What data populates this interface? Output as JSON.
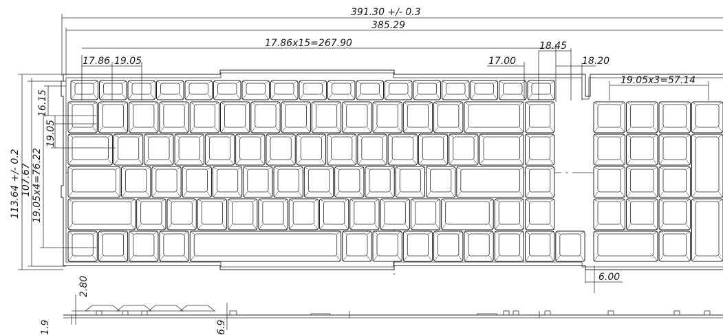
{
  "dimensions": {
    "overall_width": "391.30 +/- 0.3",
    "plate_width": "385.29",
    "key_run": "17.86x15=267.90",
    "pitch_1786": "17.86",
    "pitch_1905": "19.05",
    "gap_1700": "17.00",
    "gap_1845": "18.45",
    "gap_1820": "18.20",
    "numpad_run": "19.05x3=57.14",
    "overall_height": "113.64 +/- 0.2",
    "plate_height": "107.67",
    "rows_run": "19.05x4=76.22",
    "row_1615": "16.15",
    "row_1905": "19.05",
    "offset_600": "6.00",
    "side_280": "2.80",
    "side_19": "1.9",
    "side_69": "6.9"
  }
}
